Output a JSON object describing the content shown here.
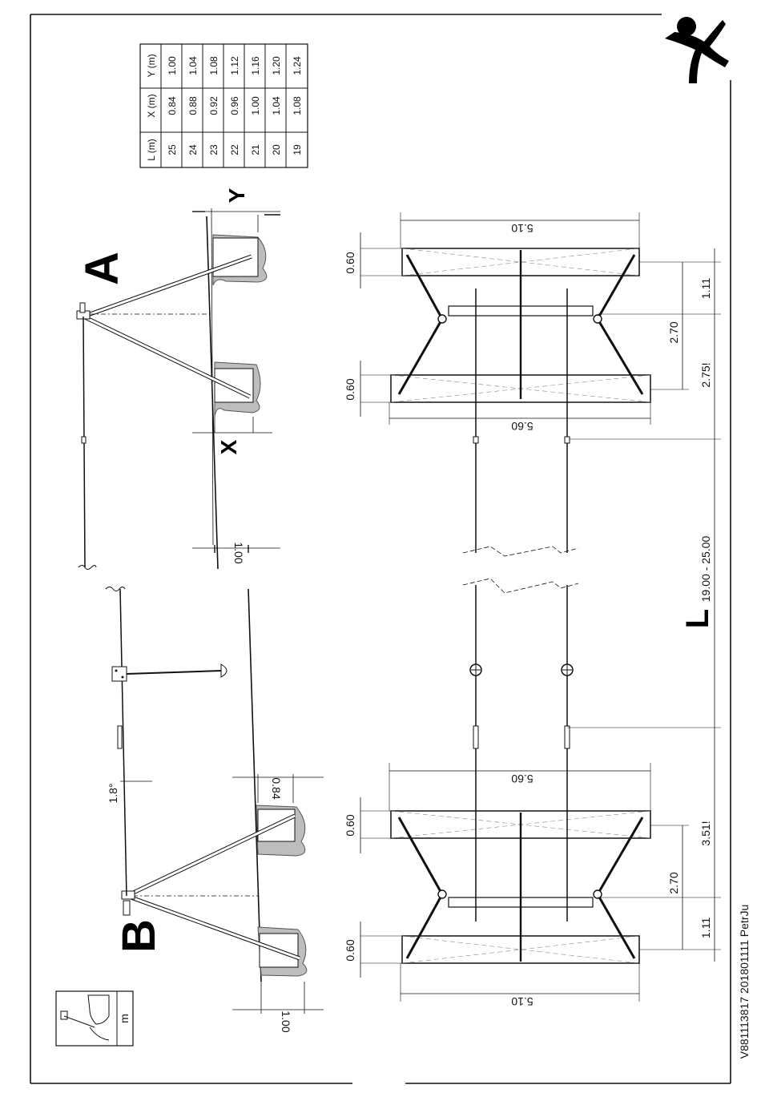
{
  "labels": {
    "detail_a": "A",
    "detail_b": "B",
    "dim_x": "X",
    "dim_y": "Y",
    "dim_l": "L",
    "l_range": "19.00 - 25.00",
    "angle": "1.8°",
    "unit_m": "m"
  },
  "dims": {
    "a_offset": "1.00",
    "b_offset_top": "0.84",
    "b_offset_bottom": "1.00",
    "plan_top_width_1": "0.60",
    "plan_top_width_2": "0.60",
    "plan_bottom_width_1": "0.60",
    "plan_bottom_width_2": "0.60",
    "beam_5_10_top": "5.10",
    "beam_5_60_top": "5.60",
    "beam_5_60_bottom": "5.60",
    "beam_5_10_bottom": "5.10",
    "gap_top_1_11": "1.11",
    "gap_top_2_70": "2.70",
    "gap_top_2_75": "2.75!",
    "gap_bottom_3_51": "3.51!",
    "gap_bottom_2_70": "2.70",
    "gap_bottom_1_11": "1.11"
  },
  "table": {
    "headers": [
      "L (m)",
      "X (m)",
      "Y (m)"
    ],
    "rows": [
      [
        "25",
        "0.84",
        "1.00"
      ],
      [
        "24",
        "0.88",
        "1.04"
      ],
      [
        "23",
        "0.92",
        "1.08"
      ],
      [
        "22",
        "0.96",
        "1.12"
      ],
      [
        "21",
        "1.00",
        "1.16"
      ],
      [
        "20",
        "1.04",
        "1.20"
      ],
      [
        "19",
        "1.08",
        "1.24"
      ]
    ]
  },
  "footer": {
    "code": "V881113817 201801111 PetrJu"
  }
}
